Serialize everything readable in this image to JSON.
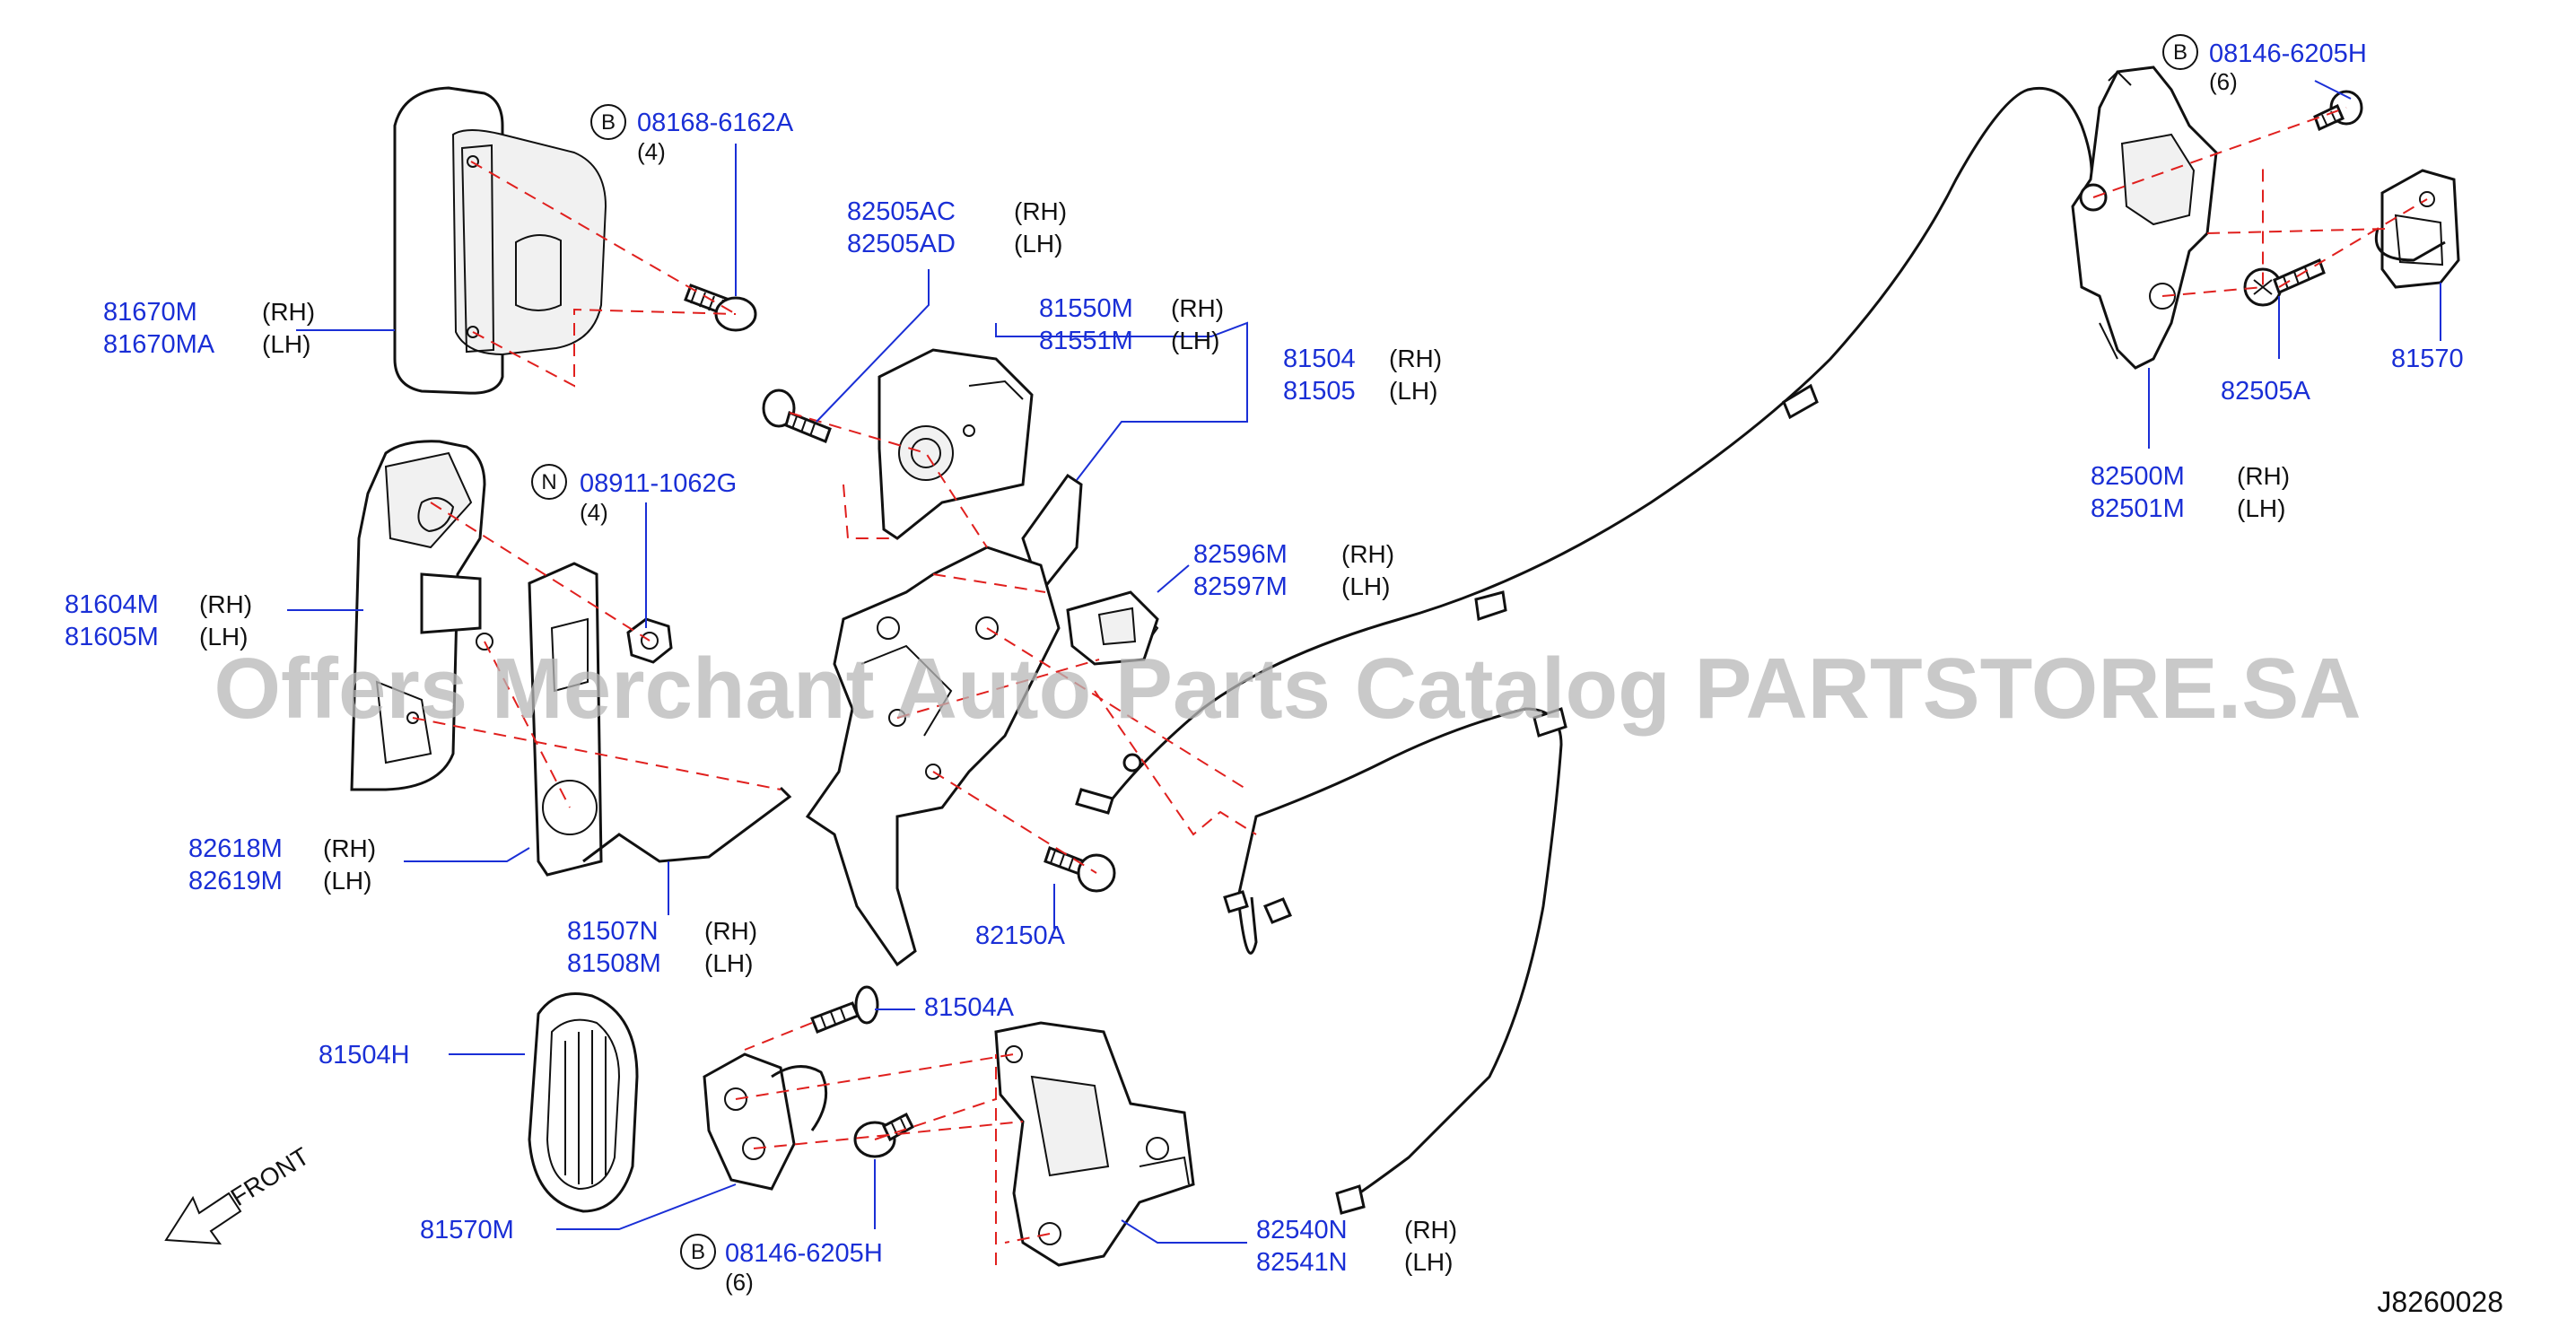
{
  "watermark": "Offers Merchant Auto Parts Catalog PARTSTORE.SA",
  "diagram_id": "J8260028",
  "front_label": "FRONT",
  "callouts": [
    {
      "part": "08168-6162A",
      "symbol": "B",
      "qty": "(4)"
    },
    {
      "part": "08911-1062G",
      "symbol": "N",
      "qty": "(4)"
    },
    {
      "part": "08146-6205H",
      "symbol": "B",
      "qty": "(6)"
    },
    {
      "part": "08146-6205H",
      "symbol": "B",
      "qty": "(6)"
    }
  ],
  "labels": [
    {
      "part": "81670M",
      "side": "(RH)"
    },
    {
      "part": "81670MA",
      "side": "(LH)"
    },
    {
      "part": "82505AC",
      "side": "(RH)"
    },
    {
      "part": "82505AD",
      "side": "(LH)"
    },
    {
      "part": "81550M",
      "side": "(RH)"
    },
    {
      "part": "81551M",
      "side": "(LH)"
    },
    {
      "part": "81504",
      "side": "(RH)"
    },
    {
      "part": "81505",
      "side": "(LH)"
    },
    {
      "part": "81604M",
      "side": "(RH)"
    },
    {
      "part": "81605M",
      "side": "(LH)"
    },
    {
      "part": "82596M",
      "side": "(RH)"
    },
    {
      "part": "82597M",
      "side": "(LH)"
    },
    {
      "part": "82618M",
      "side": "(RH)"
    },
    {
      "part": "82619M",
      "side": "(LH)"
    },
    {
      "part": "81507N",
      "side": "(RH)"
    },
    {
      "part": "81508M",
      "side": "(LH)"
    },
    {
      "part": "82150A",
      "side": ""
    },
    {
      "part": "81504A",
      "side": ""
    },
    {
      "part": "81504H",
      "side": ""
    },
    {
      "part": "81570M",
      "side": ""
    },
    {
      "part": "82540N",
      "side": "(RH)"
    },
    {
      "part": "82541N",
      "side": "(LH)"
    },
    {
      "part": "82500M",
      "side": "(RH)"
    },
    {
      "part": "82501M",
      "side": "(LH)"
    },
    {
      "part": "82505A",
      "side": ""
    },
    {
      "part": "81570",
      "side": ""
    }
  ]
}
